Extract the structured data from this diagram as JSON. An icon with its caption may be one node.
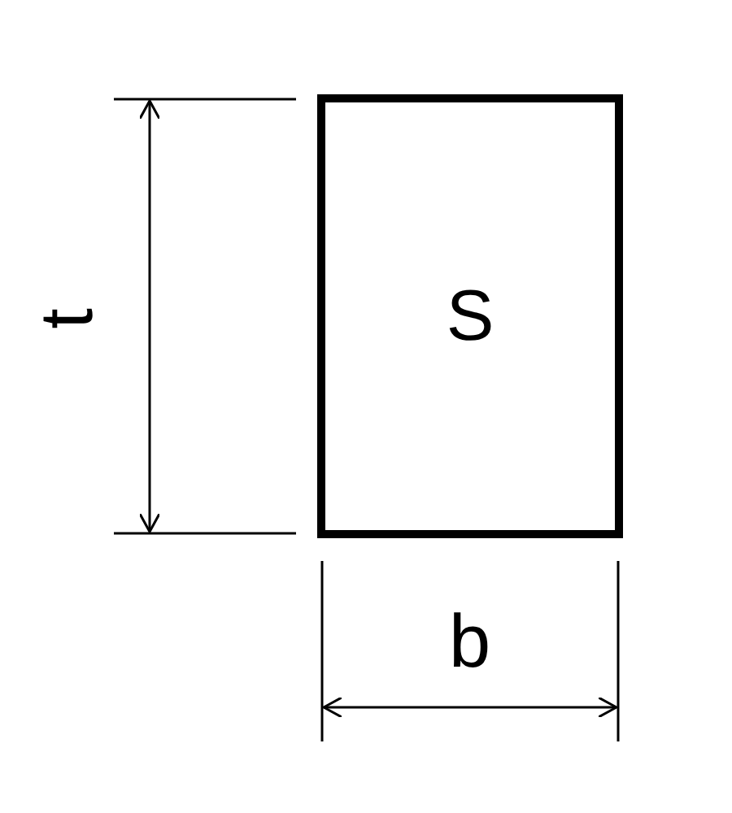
{
  "diagram": {
    "nodes": [
      {
        "text": [
          "S"
        ]
      }
    ],
    "labels": [
      "t",
      "b"
    ]
  }
}
